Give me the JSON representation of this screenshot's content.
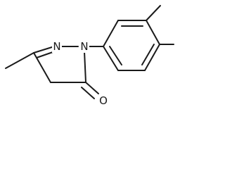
{
  "structure": {
    "atoms": {
      "nitrogen_ring_1": "N",
      "nitrogen_ring_2": "N",
      "carbonyl_oxygen": "O"
    }
  }
}
